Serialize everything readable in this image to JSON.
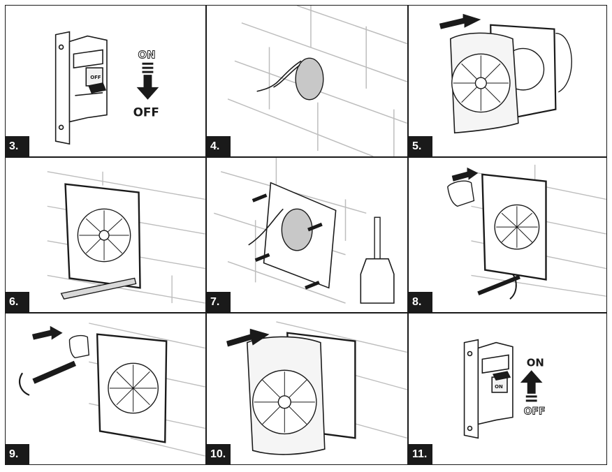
{
  "panels": [
    {
      "step": "3.",
      "switch_label": "OFF",
      "arrow_top": "ON",
      "arrow_bottom": "OFF"
    },
    {
      "step": "4."
    },
    {
      "step": "5."
    },
    {
      "step": "6."
    },
    {
      "step": "7."
    },
    {
      "step": "8."
    },
    {
      "step": "9."
    },
    {
      "step": "10."
    },
    {
      "step": "11.",
      "switch_label": "ON",
      "arrow_top": "ON",
      "arrow_bottom": "OFF"
    }
  ],
  "colors": {
    "line": "#1a1a1a",
    "brick": "#bdbdbd",
    "hole": "#c8c8c8",
    "shade": "#d9d9d9"
  }
}
